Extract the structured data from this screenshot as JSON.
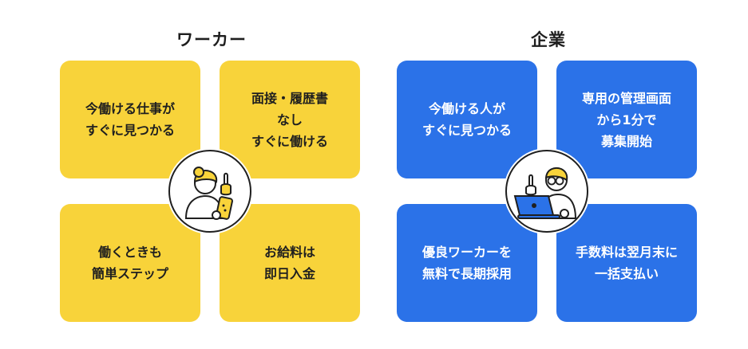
{
  "worker": {
    "heading": "ワーカー",
    "cards": [
      "今働ける仕事が\nすぐに見つかる",
      "面接・履歴書\nなし\nすぐに働ける",
      "働くときも\n簡単ステップ",
      "お給料は\n即日入金"
    ],
    "illustration": "worker-with-smartphone-icon"
  },
  "company": {
    "heading": "企業",
    "cards": [
      "今働ける人が\nすぐに見つかる",
      "専用の管理画面\nから1分で\n募集開始",
      "優良ワーカーを\n無料で長期採用",
      "手数料は翌月末に\n一括支払い"
    ],
    "illustration": "employer-with-laptop-icon"
  },
  "colors": {
    "worker_accent": "#f8d33a",
    "company_accent": "#2b72e8",
    "text_dark": "#1f1f1f"
  }
}
